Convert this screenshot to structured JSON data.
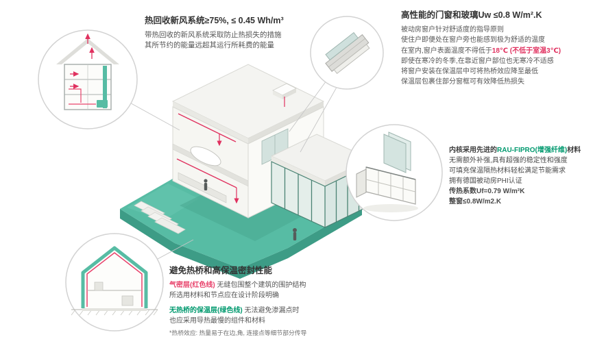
{
  "colors": {
    "green": "#00996e",
    "pink": "#e8426b",
    "red": "#e0315f",
    "teal": "#57bca4",
    "teal-dark": "#3d9c86",
    "circle-border": "#d2d2d2"
  },
  "hrv": {
    "title": "热回收新风系统≥75%, ≤ 0.45 Wh/m³",
    "body1": "带热回收的新风系统采取防止热损失的措施",
    "body2": "其所节约的能量远超其运行所耗费的能量"
  },
  "windows": {
    "title": "高性能的门窗和玻璃Uw ≤0.8 W/m².K",
    "line1": "被动房窗户针对舒适度的指导原则",
    "line2": "使住户即便处在窗户旁也能感到极为舒适的温度",
    "line3_prefix": "在室内,窗户表面温度不得低于",
    "line3_red": "18℃ (不低于室温3℃)",
    "line4": "即使在寒冷的冬季,在靠近窗户部位也无寒冷不适感",
    "line5": "将窗户安装在保温层中可将热桥效应降至最低",
    "line6": "保温层包裹住部分窗框可有效降低热损失"
  },
  "profile": {
    "line1_prefix": "内核采用先进的",
    "line1_green": "RAU-FIPRO(增强纤维)",
    "line1_suffix": "材料",
    "line2": "无需额外补强,具有超强的稳定性和强度",
    "line3": "可填充保温隔热材料轻松满足节能需求",
    "line4": "拥有德国被动房PHI认证",
    "line5": "传热系数Uf=0.79 W/m²K",
    "line6": "整窗≤0.8W/m2.K"
  },
  "thermal": {
    "title": "避免热桥和高保温密封性能",
    "airtight_label": "气密层(红色线)",
    "airtight_rest": " 无缝包围整个建筑的围护结构",
    "line2": "所选用材料和节点应在设计阶段明确",
    "insulation_label": "无热桥的保温层(绿色线)",
    "insulation_rest": " 无法避免渗漏点时",
    "line4": "也应采用导热最慢的组件和材料",
    "footnote": "*热桥效应: 热量易于在边,角, 连接点等细节部分传导"
  },
  "illustrations": {
    "center": "isometric-cutaway-passive-house",
    "top_left": "hrv-house-section-icon",
    "top_right": "window-corner-detail-icon",
    "mid_right": "window-profile-icon",
    "bottom_left": "thermal-envelope-section-icon"
  }
}
